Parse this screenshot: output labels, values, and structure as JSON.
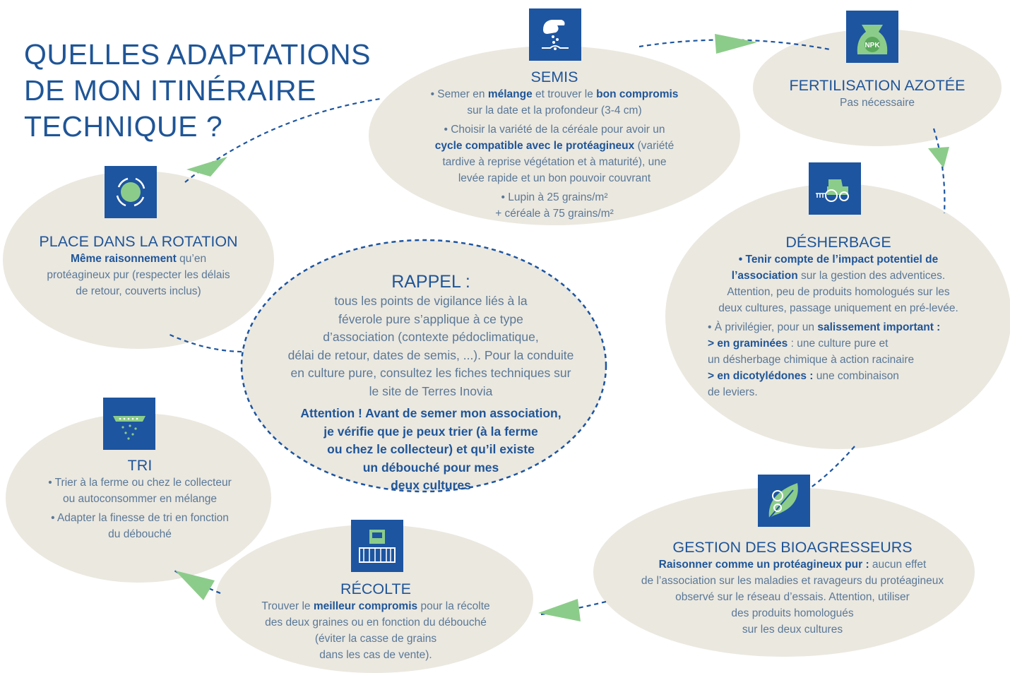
{
  "title": {
    "line1": "QUELLES ADAPTATIONS",
    "line2": "DE MON ITINÉRAIRE",
    "line3": "TECHNIQUE ?"
  },
  "colors": {
    "ellipse": "#ebe8e0",
    "blue": "#1d55a0",
    "title": "#1f5597",
    "green": "#8ccc8a",
    "text": "#5a7896"
  },
  "semis": {
    "icon": "seed-sowing-icon",
    "title": "SEMIS",
    "b1_pre": "• Semer en ",
    "b1_k1": "mélange",
    "b1_mid": " et trouver le ",
    "b1_k2": "bon compromis",
    "b1_end": "sur la date et la profondeur (3-4 cm)",
    "b2_pre": "• Choisir la variété de la céréale pour avoir un",
    "b2_k": "cycle compatible avec le protéagineux",
    "b2_post": " (variété",
    "b2_l3": "tardive à reprise végétation et à maturité), une",
    "b2_l4": "levée rapide et un bon pouvoir couvrant",
    "b3_l1": "• Lupin à 25 grains/m²",
    "b3_l2": "+ céréale à 75 grains/m²"
  },
  "fertilisation": {
    "icon": "npk-fertilizer-bag-icon",
    "badge": "NPK",
    "title": "FERTILISATION AZOTÉE",
    "text": "Pas nécessaire"
  },
  "desherbage": {
    "icon": "tractor-icon",
    "title": "DÉSHERBAGE",
    "l1_k": "• Tenir compte de l’impact potentiel de",
    "l2_k": "l’association",
    "l2_post": " sur la gestion des adventices.",
    "l3": "Attention, peu de produits homologués sur les",
    "l4": "deux cultures, passage uniquement en pré-levée.",
    "l5_pre": "• À privilégier, pour un ",
    "l5_k": "salissement important :",
    "l6_k": "> en graminées",
    "l6_post": " : une culture pure et",
    "l7": "un désherbage chimique à action racinaire",
    "l8_k": "> en dicotylédones :",
    "l8_post": " une combinaison",
    "l9": "de leviers."
  },
  "bioagresseurs": {
    "icon": "leaf-pest-icon",
    "title": "GESTION DES BIOAGRESSEURS",
    "l1_k": "Raisonner comme un protéagineux pur :",
    "l1_post": " aucun effet",
    "l2": "de l’association sur les maladies et ravageurs du protéagineux",
    "l3": "observé sur le réseau d’essais. Attention, utiliser",
    "l4": "des produits homologués",
    "l5": "sur les deux cultures"
  },
  "recolte": {
    "icon": "combine-harvester-icon",
    "title": "RÉCOLTE",
    "l1_pre": "Trouver le ",
    "l1_k": "meilleur compromis",
    "l1_post": " pour la récolte",
    "l2": "des deux graines ou en fonction du débouché",
    "l3": "(éviter la casse de grains",
    "l4": "dans les cas de vente)."
  },
  "tri": {
    "icon": "sieve-sorting-icon",
    "title": "TRI",
    "b1_l1": "• Trier à la ferme ou chez le collecteur",
    "b1_l2": "ou autoconsommer en mélange",
    "b2_l1": "• Adapter la finesse de tri en fonction",
    "b2_l2": "du débouché"
  },
  "rotation": {
    "icon": "rotation-cycle-icon",
    "title": "PLACE DANS LA ROTATION",
    "l1_k": "Même raisonnement",
    "l1_post": " qu’en",
    "l2": "protéagineux pur (respecter les délais",
    "l3": "de retour, couverts inclus)"
  },
  "rappel": {
    "title": "RAPPEL :",
    "l1": "tous les points de vigilance liés à la",
    "l2": "féverole pure s’applique à ce type",
    "l3": "d’association (contexte pédoclimatique,",
    "l4": "délai de retour, dates de semis, ...). Pour la conduite",
    "l5": "en culture pure, consultez les fiches techniques sur",
    "l6": "le site de Terres Inovia",
    "a1": "Attention ! Avant de semer mon association,",
    "a2": "je vérifie que je peux trier (à la ferme",
    "a3": "ou chez le collecteur) et qu’il existe",
    "a4": "un débouché pour mes",
    "a5": "deux cultures"
  }
}
